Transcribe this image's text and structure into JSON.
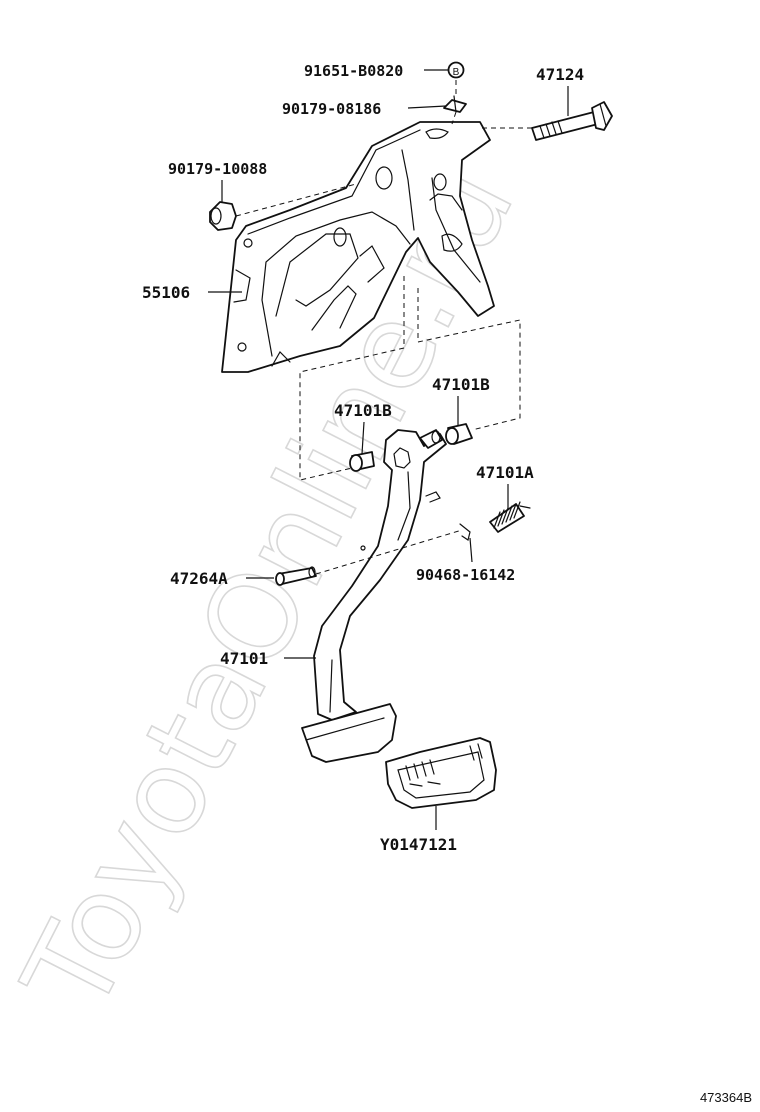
{
  "watermark": "ToyotaOnline.ru",
  "figure_code": "473364B",
  "labels": {
    "p91651": "91651-B0820",
    "p90179a": "90179-08186",
    "p47124": "47124",
    "p90179b": "90179-10088",
    "p55106": "55106",
    "p47101b_right": "47101B",
    "p47101b_left": "47101B",
    "p47101a": "47101A",
    "p47264a": "47264A",
    "p90468": "90468-16142",
    "p47101": "47101",
    "pY0147121": "Y0147121"
  },
  "markers": {
    "b_circle": "B"
  }
}
